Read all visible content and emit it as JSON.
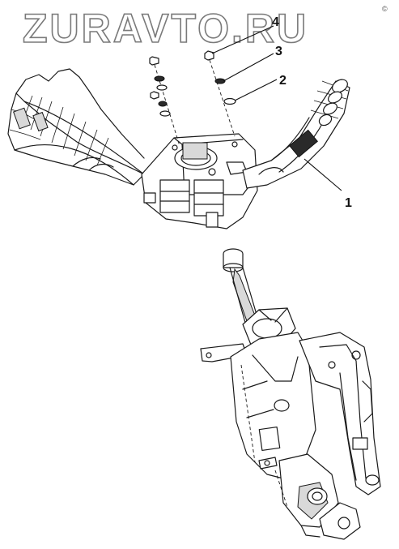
{
  "watermark": {
    "text": "ZURAVTO.RU",
    "corner_mark": "©"
  },
  "callouts": [
    {
      "id": "1",
      "label": "1",
      "part": "combination-switch"
    },
    {
      "id": "2",
      "label": "2",
      "part": "lock-washer"
    },
    {
      "id": "3",
      "label": "3",
      "part": "flat-washer"
    },
    {
      "id": "4",
      "label": "4",
      "part": "screw"
    }
  ],
  "colors": {
    "line": "#1a1a1a",
    "shade": "#d9d9d9",
    "background": "#ffffff",
    "watermark_stroke": "#7a7a7a"
  }
}
